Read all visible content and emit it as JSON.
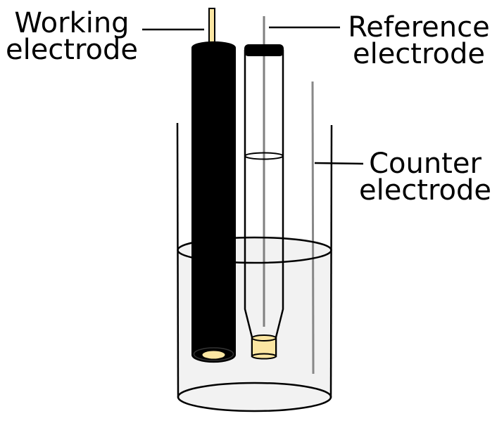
{
  "labels": {
    "working": {
      "line1": "Working",
      "line2": "electrode"
    },
    "reference": {
      "line1": "Reference",
      "line2": "electrode"
    },
    "counter": {
      "line1": "Counter",
      "line2": "electrode"
    }
  },
  "colors": {
    "solution_fill": "#f2f2f2",
    "electrode_body": "#000000",
    "electrode_tip": "#fbe6a2",
    "reference_wire": "#808080",
    "counter_wire": "#888888",
    "outline": "#000000"
  }
}
